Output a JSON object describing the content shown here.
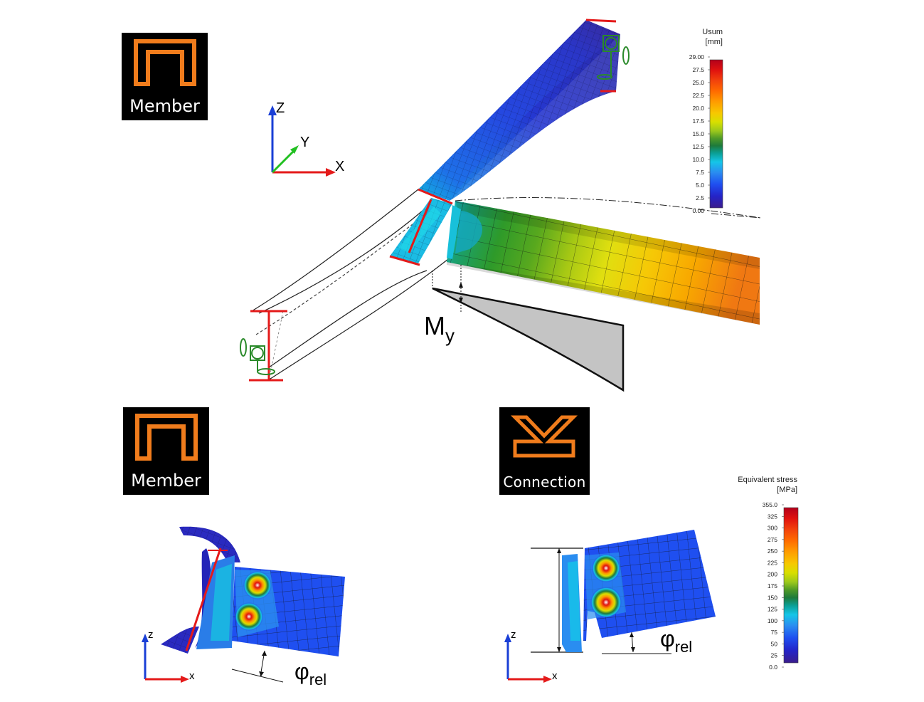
{
  "badges": {
    "top_member": "Member",
    "bottom_member": "Member",
    "connection": "Connection"
  },
  "axes_3d": {
    "z": "Z",
    "y": "Y",
    "x": "X"
  },
  "axes_2d_left": {
    "z": "z",
    "x": "x"
  },
  "axes_2d_right": {
    "z": "z",
    "x": "x"
  },
  "moment_label": {
    "base": "M",
    "sub": "y"
  },
  "rotation_label": {
    "base": "φ",
    "sub": "rel"
  },
  "legend_displacement": {
    "title_line1": "Usum",
    "title_line2": "[mm]",
    "ticks": [
      "29.00",
      "27.5",
      "25.0",
      "22.5",
      "20.0",
      "17.5",
      "15.0",
      "12.5",
      "10.0",
      "7.5",
      "5.0",
      "2.5",
      "0.00"
    ]
  },
  "legend_stress": {
    "title_line1": "Equivalent stress",
    "title_line2": "[MPa]",
    "ticks": [
      "355.0",
      "325",
      "300",
      "275",
      "250",
      "225",
      "200",
      "175",
      "150",
      "125",
      "100",
      "75",
      "50",
      "25",
      "0.0"
    ]
  },
  "colors": {
    "scale": [
      "#b3001b",
      "#e0120f",
      "#f2420c",
      "#ff6a00",
      "#ff9a00",
      "#f7c800",
      "#d8df00",
      "#9bc81c",
      "#4f9a27",
      "#1e7a3b",
      "#0b9f94",
      "#15c6e8",
      "#2a8df0",
      "#1f4ff0",
      "#2424c8",
      "#3b1d8c"
    ],
    "accent_red": "#e41a1a",
    "badge_orange": "#f07c1c",
    "support_green": "#2a8a2a"
  }
}
